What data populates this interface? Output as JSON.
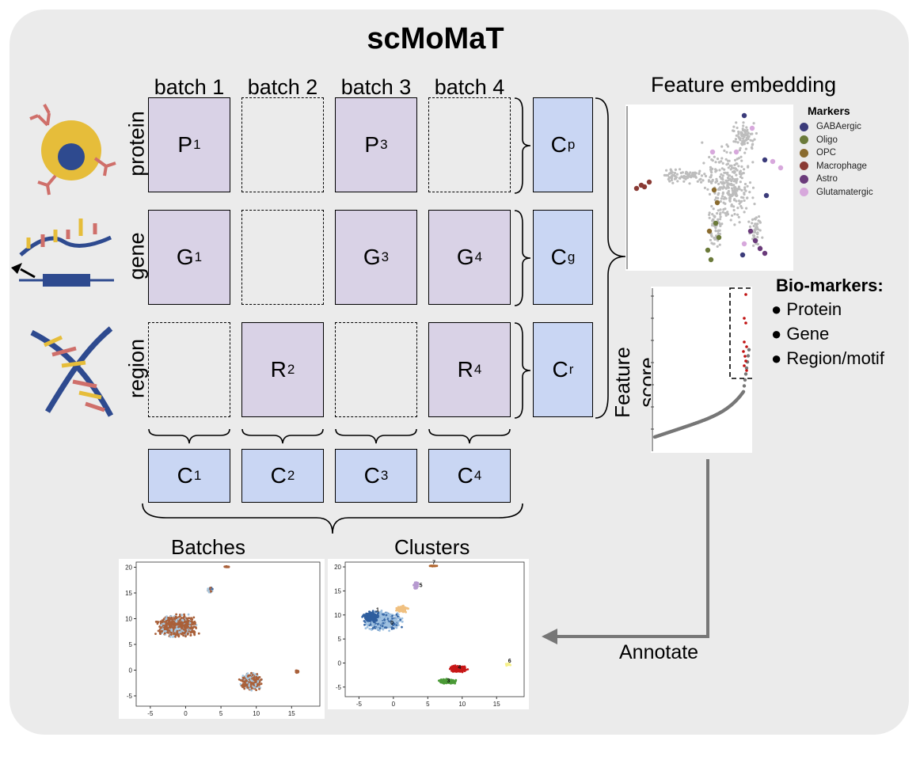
{
  "title": "scMoMaT",
  "batches": [
    "batch 1",
    "batch 2",
    "batch 3",
    "batch 4"
  ],
  "modalities": [
    "protein",
    "gene",
    "region"
  ],
  "matrix": {
    "protein": [
      {
        "base": "P",
        "sub": "1"
      },
      null,
      {
        "base": "P",
        "sub": "3"
      },
      null
    ],
    "gene": [
      {
        "base": "G",
        "sub": "1"
      },
      null,
      {
        "base": "G",
        "sub": "3"
      },
      {
        "base": "G",
        "sub": "4"
      }
    ],
    "region": [
      null,
      {
        "base": "R",
        "sub": "2"
      },
      null,
      {
        "base": "R",
        "sub": "4"
      }
    ]
  },
  "feature_factors": [
    {
      "base": "C",
      "sub": "p"
    },
    {
      "base": "C",
      "sub": "g"
    },
    {
      "base": "C",
      "sub": "r"
    }
  ],
  "cell_factors": [
    {
      "base": "C",
      "sub": "1"
    },
    {
      "base": "C",
      "sub": "2"
    },
    {
      "base": "C",
      "sub": "3"
    },
    {
      "base": "C",
      "sub": "4"
    }
  ],
  "feature_embedding": {
    "title": "Feature embedding",
    "legend_title": "Markers",
    "markers": [
      {
        "name": "GABAergic",
        "color": "#3b3b7a"
      },
      {
        "name": "Oligo",
        "color": "#6b7a3a"
      },
      {
        "name": "OPC",
        "color": "#8a6b2e"
      },
      {
        "name": "Macrophage",
        "color": "#8a3a34"
      },
      {
        "name": "Astro",
        "color": "#6a3a7a"
      },
      {
        "name": "Glutamatergic",
        "color": "#d7a8dc"
      }
    ]
  },
  "feature_score": {
    "ylabel": "Feature score",
    "biomarkers_title": "Bio-markers:",
    "biomarkers": [
      "Protein",
      "Gene",
      "Region/motif"
    ]
  },
  "annotate_label": "Annotate",
  "umaps": [
    {
      "title": "Batches",
      "x_ticks": [
        "-5",
        "0",
        "5",
        "10",
        "15"
      ],
      "y_ticks": [
        "20",
        "15",
        "10",
        "5",
        "0",
        "-5"
      ]
    },
    {
      "title": "Clusters",
      "x_ticks": [
        "-5",
        "0",
        "5",
        "10",
        "15"
      ],
      "y_ticks": [
        "20",
        "15",
        "10",
        "5",
        "0",
        "-5"
      ],
      "cluster_labels": [
        "7",
        "5",
        "1",
        "0",
        "6",
        "4",
        "3"
      ]
    }
  ]
}
